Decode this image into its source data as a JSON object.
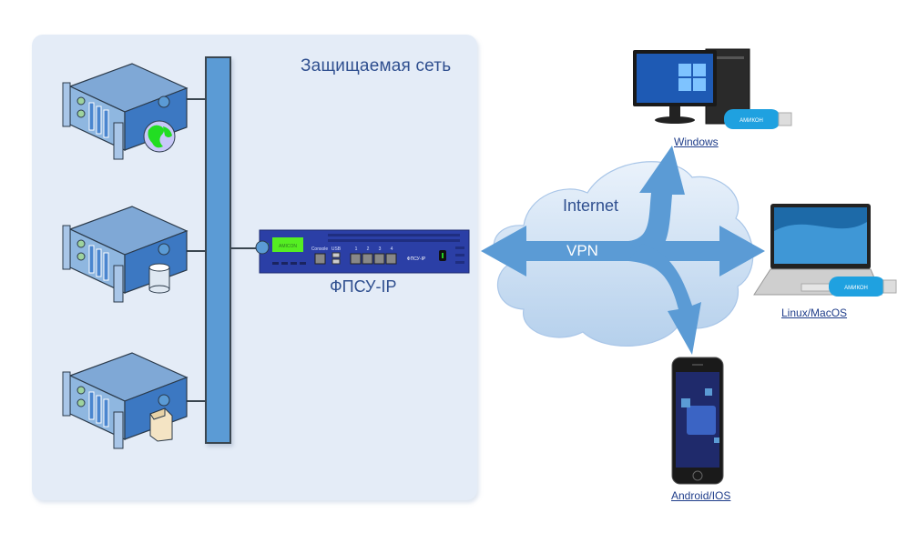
{
  "protected_network": {
    "title": "Защищаемая сеть",
    "servers": [
      {
        "name": "web-server",
        "badge": "globe-icon"
      },
      {
        "name": "database-server",
        "badge": "database-icon"
      },
      {
        "name": "file-server",
        "badge": "file-icon"
      }
    ]
  },
  "gateway": {
    "label": "ФПСУ-IP",
    "display_text": "AMICON",
    "port_labels": [
      "Console",
      "USB",
      "1",
      "2",
      "3",
      "4"
    ],
    "brand_mark": "ФПСУ-IP"
  },
  "cloud": {
    "internet_label": "Internet",
    "vpn_label": "VPN"
  },
  "clients": [
    {
      "label": "Windows",
      "device": "desktop-pc",
      "token": "АМИКОН"
    },
    {
      "label": "Linux/MacOS",
      "device": "laptop",
      "token": "АМИКОН"
    },
    {
      "label": "Android/IOS",
      "device": "smartphone"
    }
  ],
  "colors": {
    "panel_bg": "#e4ecf7",
    "bus": "#5b9bd5",
    "arrow": "#5b9bd5",
    "title_text": "#2f4f8f",
    "gateway_body": "#2b3fa6",
    "link_text": "#1f3d8a"
  }
}
